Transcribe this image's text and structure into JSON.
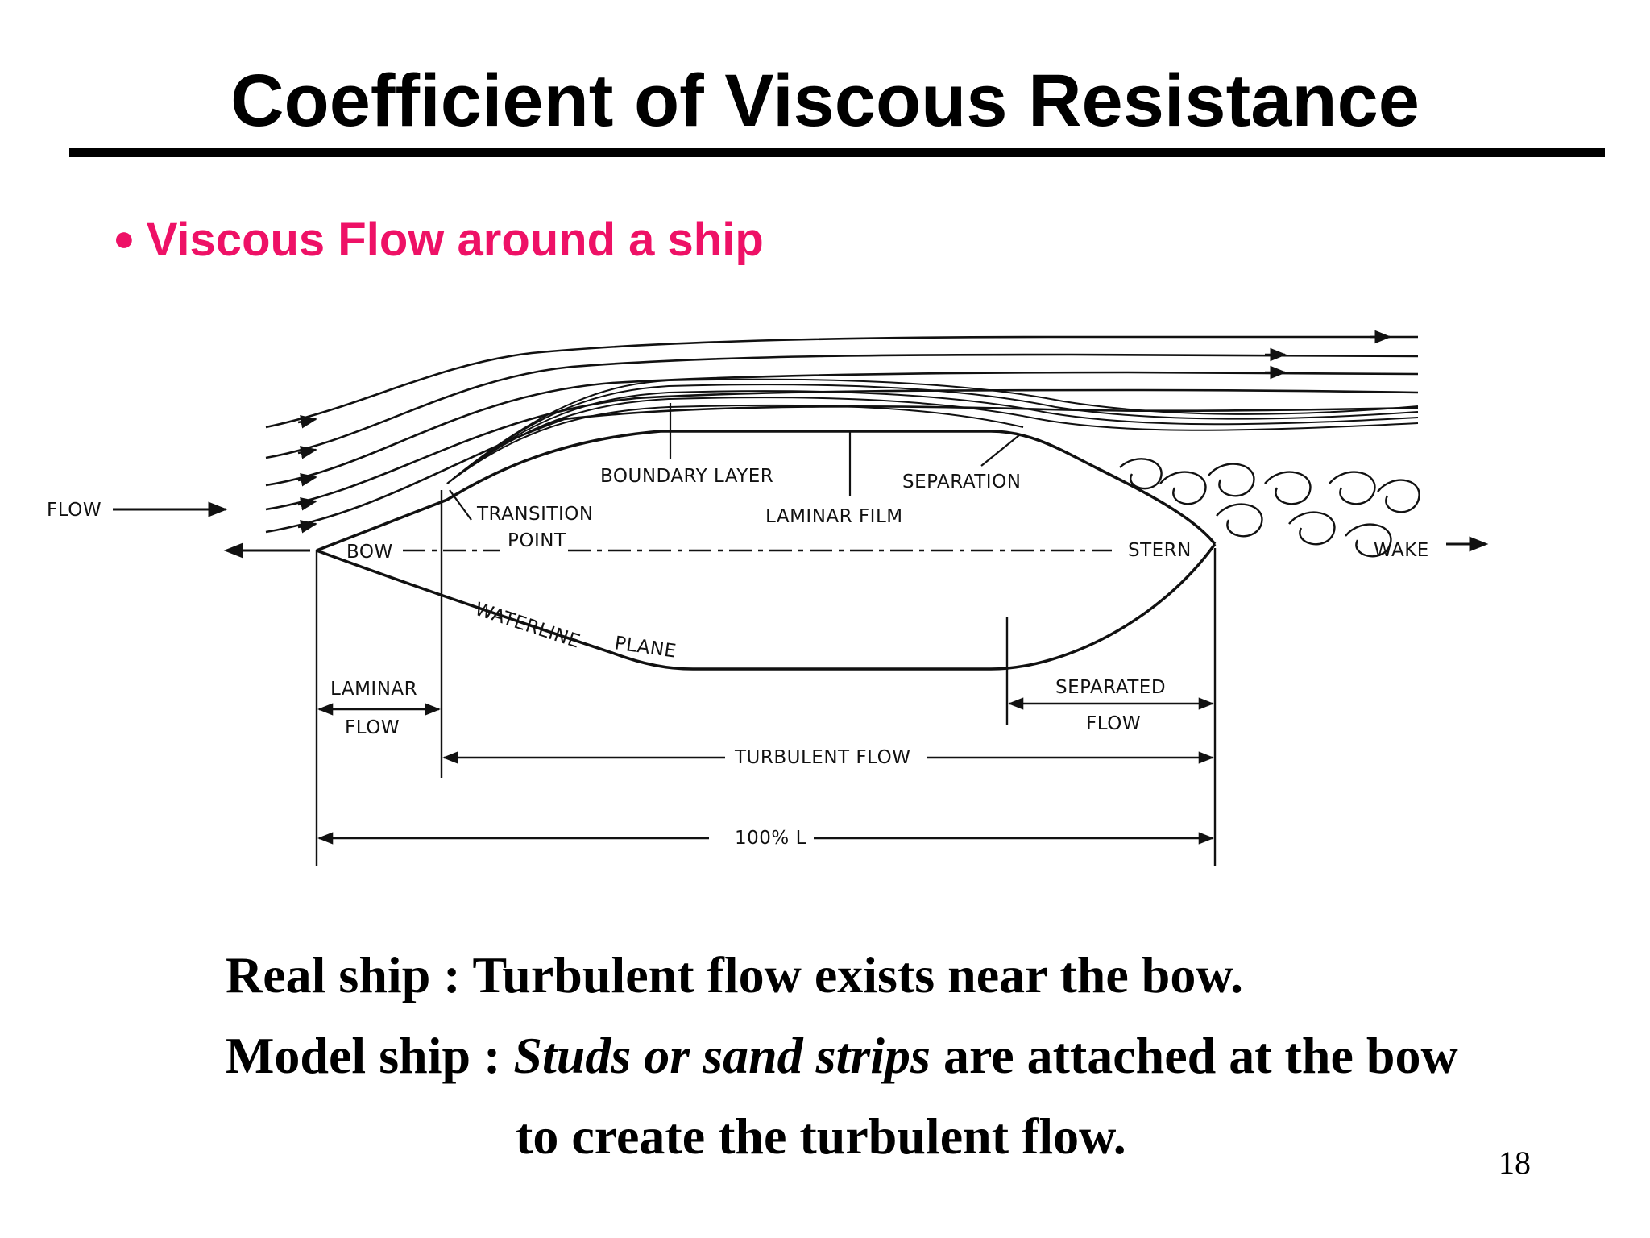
{
  "slide": {
    "title": "Coefficient of Viscous Resistance",
    "bullet": "Viscous Flow around a ship",
    "colors": {
      "bullet": "#ee1166",
      "text": "#000000",
      "background": "#ffffff"
    },
    "page_number": "18"
  },
  "diagram": {
    "labels": {
      "flow": "FLOW",
      "bow": "BOW",
      "stern": "STERN",
      "wake": "WAKE",
      "boundary_layer": "BOUNDARY LAYER",
      "separation": "SEPARATION",
      "transition_point_1": "TRANSITION",
      "transition_point_2": "POINT",
      "laminar_film": "LAMINAR FILM",
      "waterline_1": "WATERLINE",
      "waterline_2": "PLANE",
      "laminar_flow_1": "LAMINAR",
      "laminar_flow_2": "FLOW",
      "separated_flow_1": "SEPARATED",
      "separated_flow_2": "FLOW",
      "turbulent_flow": "TURBULENT FLOW",
      "length": "100% L"
    }
  },
  "body": {
    "line1": "Real ship : Turbulent flow exists near the bow.",
    "line2_prefix": "Model ship : ",
    "line2_italic": "Studs or sand strips",
    "line2_suffix": " are attached at the bow",
    "line3": "to create the turbulent flow."
  }
}
